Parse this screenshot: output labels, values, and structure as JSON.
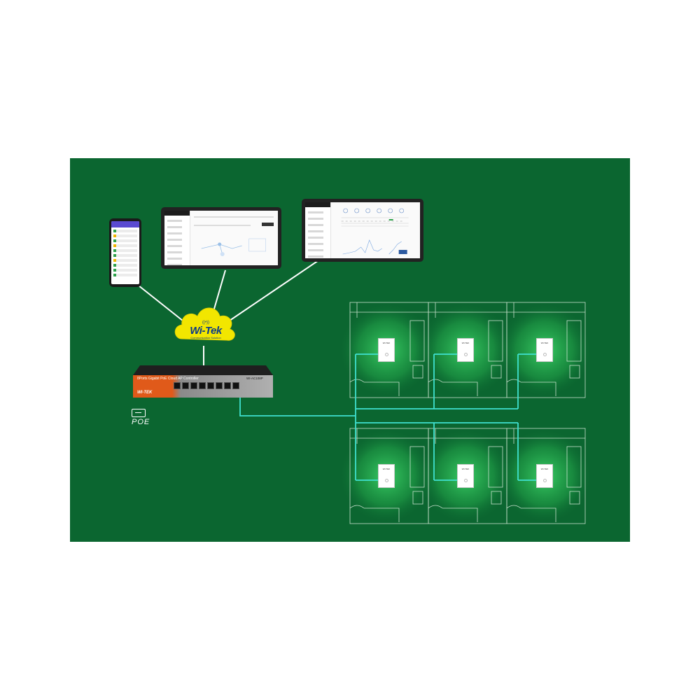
{
  "cloud": {
    "brand": "Wi-Tek",
    "tagline": "Communication Solution"
  },
  "switch": {
    "label": "8Ports Gigabit PoE Cloud AP Controller",
    "model": "WI-AC108P",
    "brand": "WI-TEK",
    "port_count": 8
  },
  "poe": {
    "label": "POE"
  },
  "access_point": {
    "brand": "WI-TEK"
  },
  "colors": {
    "background": "#0b6630",
    "link_white": "#ffffff",
    "link_cyan": "#3fe0d0",
    "cloud": "#f2e600",
    "switch_orange": "#e05a1a"
  }
}
